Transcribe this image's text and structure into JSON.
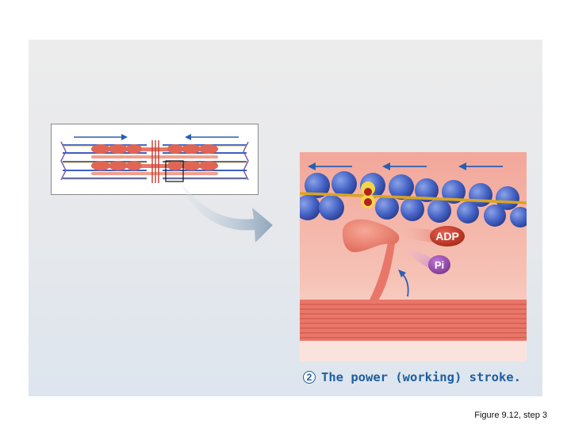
{
  "caption": {
    "step_number": "2",
    "text": "The power (working) stroke."
  },
  "figure_reference": "Figure 9.12, step 3",
  "molecules": {
    "adp_label": "ADP",
    "pi_label": "Pi"
  },
  "colors": {
    "caption_blue": "#1f5fa0",
    "actin_blue": "#3f5fc0",
    "myosin_salmon": "#e8776a",
    "tropomyosin_gold": "#d9a520",
    "adp_red": "#c33a2a",
    "pi_purple": "#9a4fae",
    "slide_background": "#e9ebee"
  }
}
